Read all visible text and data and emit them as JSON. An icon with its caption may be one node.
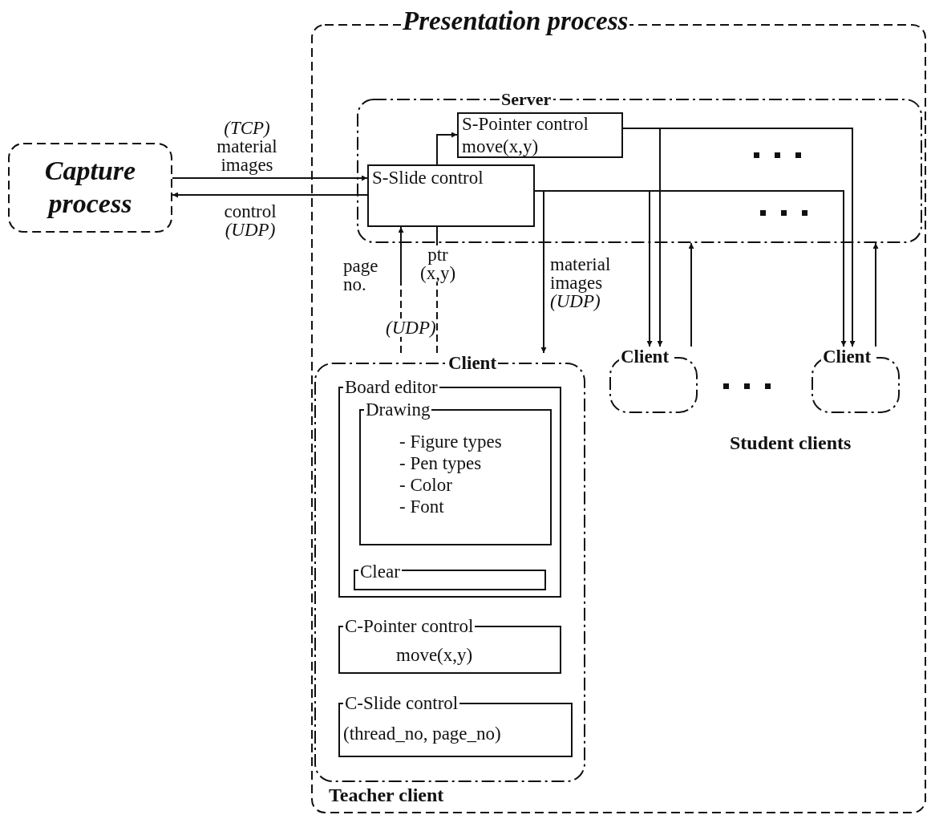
{
  "diagram": {
    "nodes": [
      {
        "text": [
          "Capture process"
        ]
      },
      {
        "text": [
          "Presentation process"
        ]
      },
      {
        "text": [
          "Server"
        ],
        "in": 1
      },
      {
        "text": [
          "S-Pointer control",
          "move(x,y)"
        ],
        "in": 2
      },
      {
        "text": [
          "S-Slide control"
        ],
        "in": 2
      },
      {
        "text": [
          "Client"
        ],
        "in": 1,
        "beside": [
          "Teacher client"
        ]
      },
      {
        "text": [
          "Board editor"
        ],
        "in": 5
      },
      {
        "text": [
          "Drawing",
          "- Figure types",
          "- Pen types",
          "- Color",
          "- Font"
        ],
        "in": 6
      },
      {
        "text": [
          "Clear"
        ],
        "in": 6
      },
      {
        "text": [
          "C-Pointer control",
          "move(x,y)"
        ],
        "in": 5
      },
      {
        "text": [
          "C-Slide control",
          "(thread_no, page_no)"
        ],
        "in": 5
      },
      {
        "text": [
          "Client"
        ],
        "in": 1
      },
      {
        "text": [
          "Client"
        ],
        "in": 1
      }
    ],
    "edges": [
      {
        "from": 0,
        "to": 4,
        "arrow": "to",
        "label": "*(TCP)* material images"
      },
      {
        "from": 4,
        "to": 0,
        "arrow": "to",
        "label": "control *(UDP)*"
      },
      {
        "from": 4,
        "to": 3,
        "arrow": "to"
      },
      {
        "from": 5,
        "to": 4,
        "arrow": "to",
        "label": "page no.",
        "style": "dashed"
      },
      {
        "from": 5,
        "to": 4,
        "arrow": "none",
        "label": "ptr (x,y)",
        "style": "dashed"
      },
      {
        "from": 4,
        "to": 5,
        "arrow": "to",
        "label": "material images *(UDP)*"
      },
      {
        "from": 4,
        "to": 11,
        "arrow": "to"
      },
      {
        "from": 4,
        "to": 12,
        "arrow": "to"
      },
      {
        "from": 3,
        "to": 11,
        "arrow": "to"
      },
      {
        "from": 3,
        "to": 12,
        "arrow": "to"
      },
      {
        "from": 11,
        "to": 2,
        "arrow": "to"
      },
      {
        "from": 12,
        "to": 2,
        "arrow": "to"
      }
    ],
    "labels": [
      "(UDP)",
      "Student clients"
    ]
  }
}
